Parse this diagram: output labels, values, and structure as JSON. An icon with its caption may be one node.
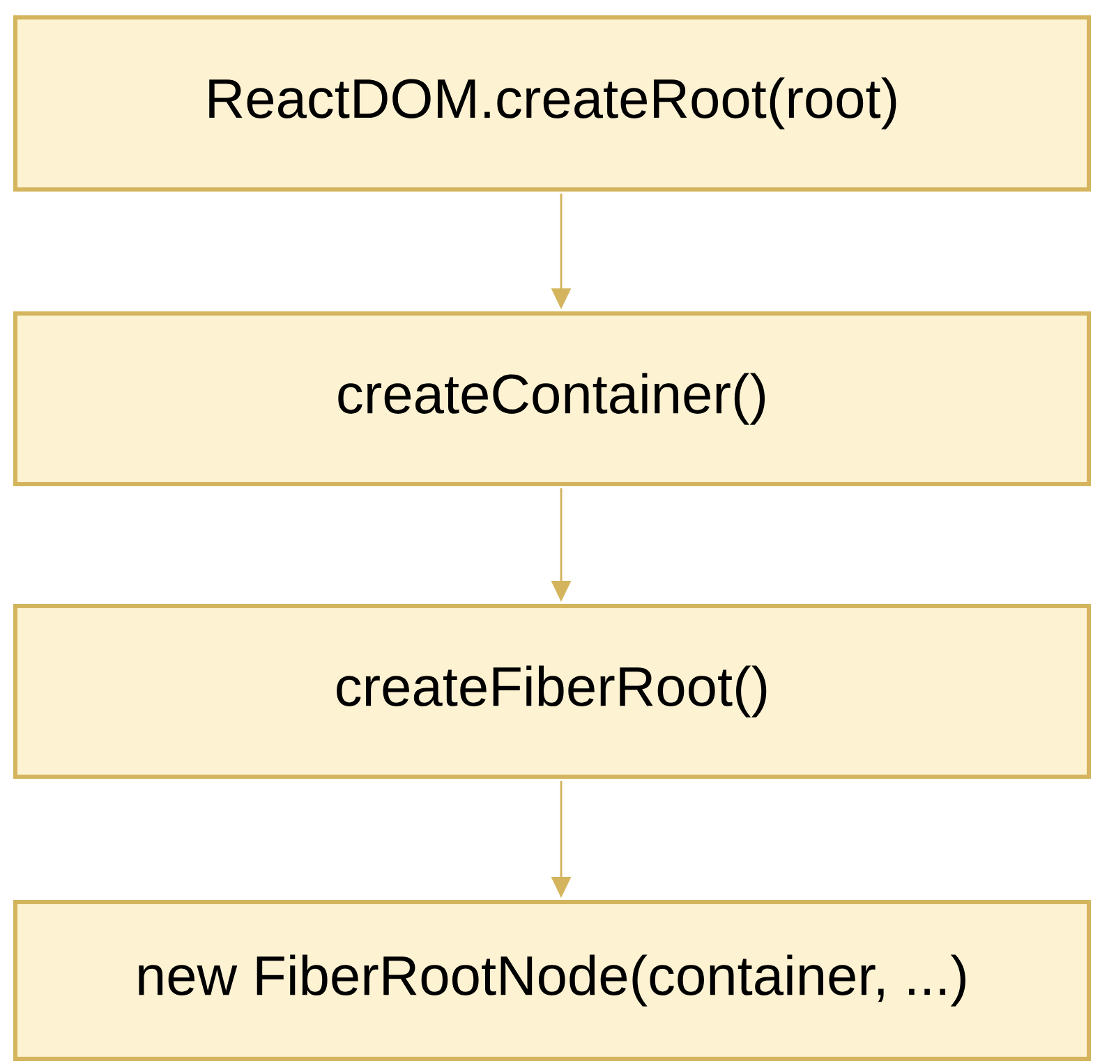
{
  "diagram": {
    "nodes": [
      {
        "text": [
          "ReactDOM.createRoot(root)"
        ]
      },
      {
        "text": [
          "createContainer()"
        ]
      },
      {
        "text": [
          "createFiberRoot()"
        ]
      },
      {
        "text": [
          "new FiberRootNode(container, ...)"
        ]
      }
    ],
    "edges": [
      {
        "from": 0,
        "to": 1,
        "arrow": "to"
      },
      {
        "from": 1,
        "to": 2,
        "arrow": "to"
      },
      {
        "from": 2,
        "to": 3,
        "arrow": "to"
      }
    ]
  }
}
